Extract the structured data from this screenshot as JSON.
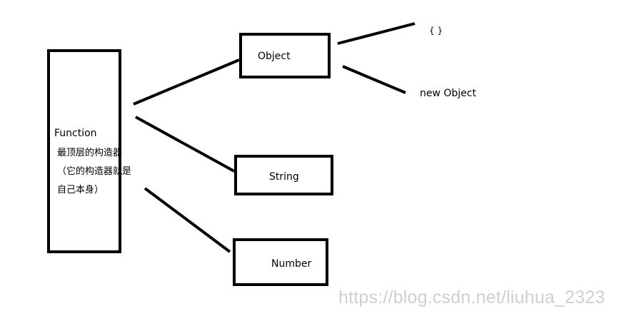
{
  "diagram": {
    "function_node": {
      "title": "Function",
      "desc_line1": "最顶层的构造器",
      "desc_line2": "（它的构造器就是",
      "desc_line3": "自己本身）"
    },
    "object_node": {
      "label": "Object"
    },
    "string_node": {
      "label": "String"
    },
    "number_node": {
      "label": "Number"
    },
    "object_literal": {
      "label": "{ }"
    },
    "new_object": {
      "label": "new Object"
    }
  },
  "watermark": {
    "text": "https://blog.csdn.net/liuhua_2323"
  },
  "colors": {
    "stroke": "#000000",
    "background": "#ffffff",
    "watermark": "#cfcfcf"
  }
}
